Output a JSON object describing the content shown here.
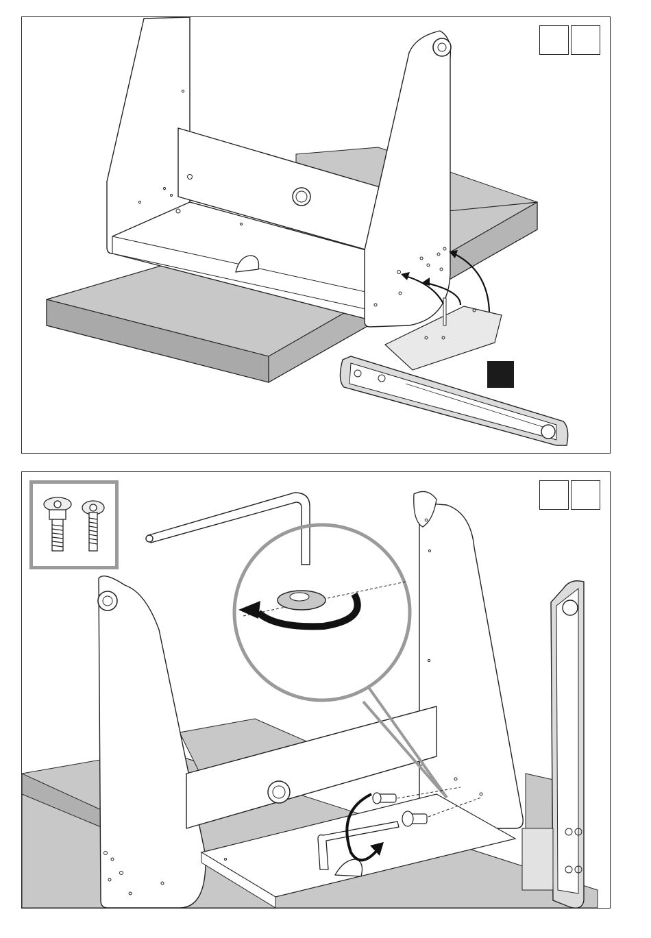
{
  "page": {
    "panels": [
      {
        "id": "panel-1",
        "step_boxes": 2,
        "has_part_marker": true
      },
      {
        "id": "panel-2",
        "step_boxes": 2,
        "has_hardware_inset": true
      }
    ]
  },
  "colors": {
    "line": "#222222",
    "board_top": "#c8c8c8",
    "board_side": "#a9a9a9",
    "magnifier_ring": "#9a9a9a",
    "marker": "#1b1b1b",
    "background": "#ffffff"
  },
  "icons": [
    "hex-key-icon",
    "screw-icon",
    "bolt-icon",
    "rotate-arrow-icon",
    "cam-lock-icon",
    "magnifier-icon"
  ]
}
